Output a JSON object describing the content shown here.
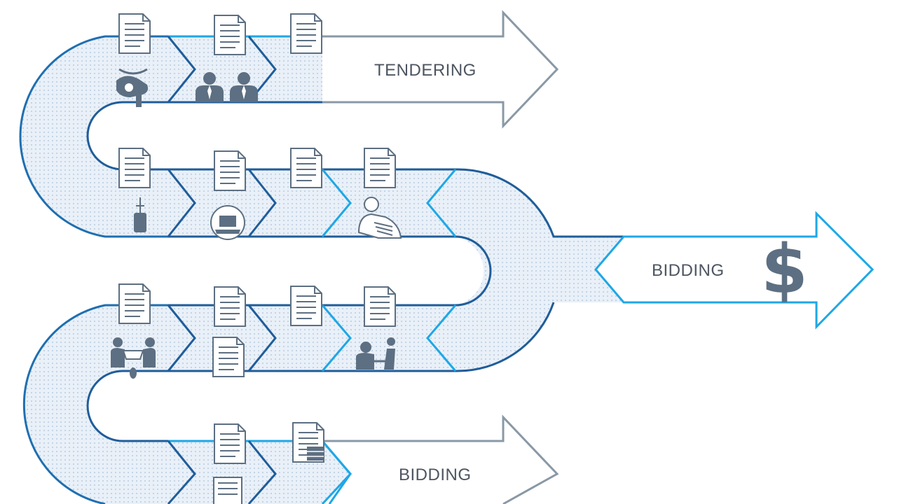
{
  "labels": {
    "top_arrow": "TENDERING",
    "middle_arrow": "BIDDING",
    "bottom_arrow": "BIDDING",
    "currency_symbol": "$"
  },
  "colors": {
    "band_fill": "#e6eef7",
    "band_dots": "#b9cbe0",
    "outline_dark": "#1f5d9a",
    "outline_light": "#1ea7e6",
    "outline_gray": "#8a98a6",
    "icon_gray": "#5d6f82"
  },
  "icons": [
    "document-icon",
    "handshake-icon",
    "business-people-icon",
    "hand-pen-icon",
    "laptop-icon",
    "presenter-icon",
    "meeting-icon",
    "signing-icon",
    "document-stack-icon",
    "dollar-icon"
  ]
}
